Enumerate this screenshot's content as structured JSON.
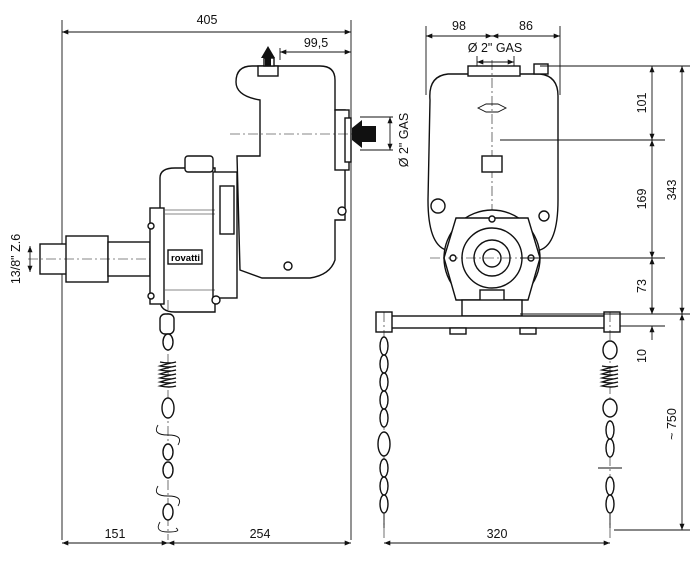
{
  "dimensions": {
    "top_width": "405",
    "flange_offset": "99,5",
    "left_bottom": "151",
    "right_bottom": "254",
    "front_width_left": "98",
    "front_width_right": "86",
    "inlet_top": "Ø 2\" GAS",
    "inlet_side": "Ø 2\" GAS",
    "shaft": "13/8\" Z.6",
    "h_101": "101",
    "h_169": "169",
    "h_73": "73",
    "h_343": "343",
    "h_10": "10",
    "h_750": "~ 750",
    "frame_width": "320"
  },
  "labels": {
    "brand_plate": "rovatti"
  },
  "colors": {
    "line": "#111111",
    "background": "#ffffff"
  }
}
